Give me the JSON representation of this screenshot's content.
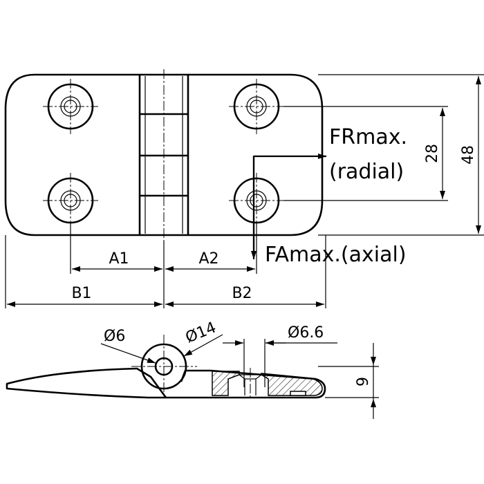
{
  "top_view": {
    "dim_a1": "A1",
    "dim_a2": "A2",
    "dim_b1": "B1",
    "dim_b2": "B2",
    "dim_hole_pitch": "28",
    "dim_width": "48",
    "radial_force_line1": "FRmax.",
    "radial_force_line2": "(radial)",
    "axial_force": "FAmax.(axial)"
  },
  "side_view": {
    "dim_pin_dia": "Ø6",
    "dim_knuckle_dia": "Ø14",
    "dim_hole_dia": "Ø6.6",
    "dim_thickness": "9"
  }
}
